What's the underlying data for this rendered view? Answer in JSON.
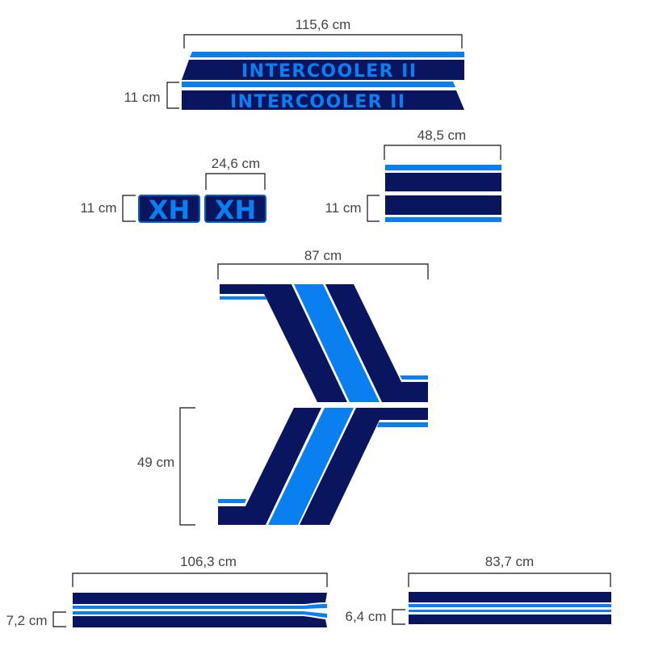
{
  "colors": {
    "navy": "#0a1560",
    "light_blue": "#0a80f0"
  },
  "decals": {
    "intercooler": {
      "text": "INTERCOOLER II",
      "width_label": "115,6 cm",
      "height_label": "11 cm"
    },
    "xh": {
      "text": "XH",
      "width_label": "24,6 cm",
      "height_label": "11 cm"
    },
    "stripes": {
      "width_label": "48,5 cm",
      "height_label": "11 cm"
    },
    "chevron": {
      "width_label": "87 cm",
      "height_label": "49 cm"
    },
    "long_strip": {
      "width_label": "106,3 cm",
      "height_label": "7,2 cm"
    },
    "short_strip": {
      "width_label": "83,7 cm",
      "height_label": "6,4 cm"
    }
  }
}
